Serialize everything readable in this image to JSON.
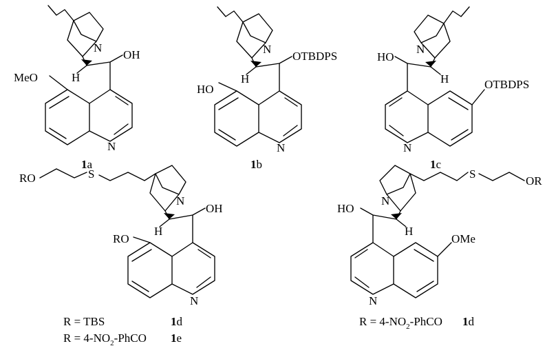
{
  "labels": {
    "s1a_ome": "MeO",
    "s1a_n_ring": "N",
    "s1a_n_quin": "N",
    "s1a_oh": "OH",
    "s1a_h": "H",
    "s1b_ho": "HO",
    "s1b_otbdps": "OTBDPS",
    "s1b_n_ring": "N",
    "s1b_n_quin": "N",
    "s1b_h": "H",
    "s1c_ho": "HO",
    "s1c_otbdps": "OTBDPS",
    "s1c_n_ring": "N",
    "s1c_n_quin": "N",
    "s1c_h": "H",
    "s1d_ro_chain": "RO",
    "s1d_s": "S",
    "s1d_n_ring": "N",
    "s1d_oh": "OH",
    "s1d_h": "H",
    "s1d_ro_ar": "RO",
    "s1d_n_quin": "N",
    "s1d2_or": "OR",
    "s1d2_s": "S",
    "s1d2_n_ring": "N",
    "s1d2_ho": "HO",
    "s1d2_h": "H",
    "s1d2_ome": "OMe",
    "s1d2_n_quin": "N"
  },
  "captions": {
    "c1a_num": "1",
    "c1a_letter": "a",
    "c1b_num": "1",
    "c1b_letter": "b",
    "c1c_num": "1",
    "c1c_letter": "c",
    "c1d_left_r": "R = TBS",
    "c1d_left_num": "1",
    "c1d_left_letter": "d",
    "c1e_r_pre": "R = 4-NO",
    "c1e_sub": "2",
    "c1e_r_post": "-PhCO",
    "c1e_num": "1",
    "c1e_letter": "e",
    "c1d_right_pre": "R = 4-NO",
    "c1d_right_sub": "2",
    "c1d_right_post": "-PhCO",
    "c1d_right_num": "1",
    "c1d_right_letter": "d"
  }
}
